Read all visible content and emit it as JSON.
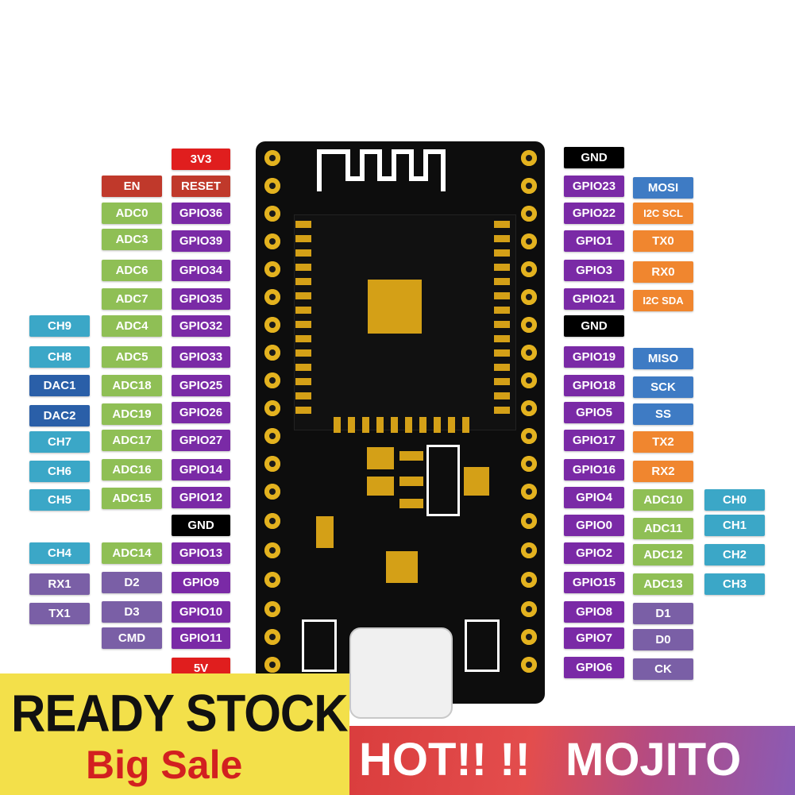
{
  "left_labels": {
    "col_a": [
      "3V3",
      "RESET",
      "GPIO36",
      "GPIO39",
      "GPIO34",
      "GPIO35",
      "GPIO32",
      "GPIO33",
      "GPIO25",
      "GPIO26",
      "GPIO27",
      "GPIO14",
      "GPIO12",
      "GND",
      "GPIO13",
      "GPIO9",
      "GPIO10",
      "GPIO11",
      "5V"
    ],
    "en": "EN",
    "adc": [
      "ADC0",
      "ADC3",
      "ADC6",
      "ADC7",
      "ADC4",
      "ADC5",
      "ADC18",
      "ADC19",
      "ADC17",
      "ADC16",
      "ADC15",
      "ADC14"
    ],
    "func": [
      "D2",
      "D3",
      "CMD"
    ],
    "ch": [
      "CH9",
      "CH8",
      "CH7",
      "CH6",
      "CH5",
      "CH4"
    ],
    "dac": [
      "DAC1",
      "DAC2"
    ],
    "uart": [
      "RX1",
      "TX1"
    ]
  },
  "right_labels": {
    "col_a": [
      "GND",
      "GPIO23",
      "GPIO22",
      "GPIO1",
      "GPIO3",
      "GPIO21",
      "GND",
      "GPIO19",
      "GPIO18",
      "GPIO5",
      "GPIO17",
      "GPIO16",
      "GPIO4",
      "GPIO0",
      "GPIO2",
      "GPIO15",
      "GPIO8",
      "GPIO7",
      "GPIO6"
    ],
    "spi": [
      "MOSI",
      "MISO",
      "SCK",
      "SS"
    ],
    "i2c": [
      "I2C SCL",
      "I2C SDA"
    ],
    "uart": [
      "TX0",
      "RX0",
      "TX2",
      "RX2"
    ],
    "adc": [
      "ADC10",
      "ADC11",
      "ADC12",
      "ADC13"
    ],
    "ch": [
      "CH0",
      "CH1",
      "CH2",
      "CH3"
    ],
    "func": [
      "D1",
      "D0",
      "CK"
    ]
  },
  "banner": {
    "ready": "READY STOCK",
    "sale": "Big Sale",
    "hot": "HOT!! !!",
    "brand": "MOJITO"
  },
  "colors": {
    "gpio": "#7a2aa6",
    "adc": "#8fbf55",
    "ch": "#3ba7c7",
    "power": "#e01e1e",
    "gnd": "#000000",
    "board": "#0d0d0d",
    "gold": "#d4a017"
  }
}
